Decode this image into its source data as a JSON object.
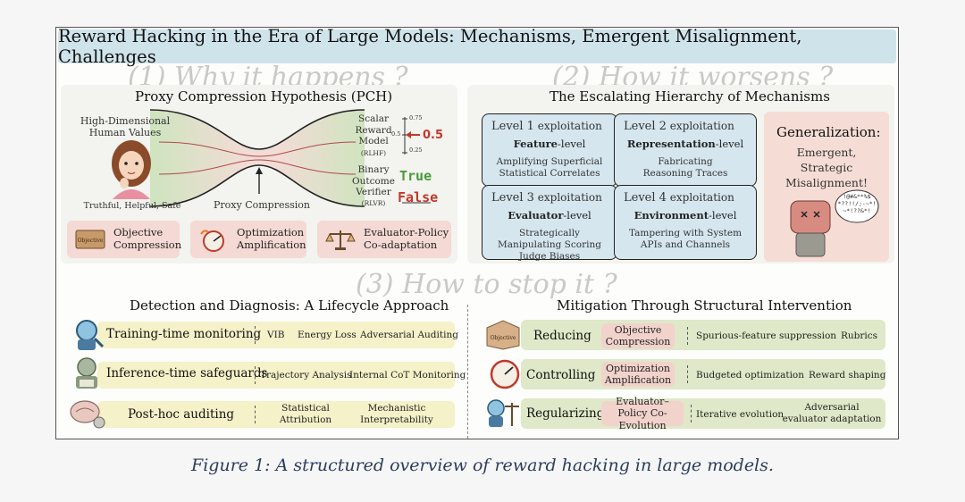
{
  "title": "Reward Hacking in the Era of Large Models: Mechanisms, Emergent Misalignment, Challenges",
  "sections": {
    "why": "(1) Why it happens ?",
    "worsens": "(2) How it worsens ?",
    "stop": "(3) How to stop it ?"
  },
  "pch": {
    "title": "Proxy Compression Hypothesis (PCH)",
    "human_values": "High-Dimensional Human Values",
    "traits": "Truthful, Helpful, Safe",
    "compression": "Proxy Compression",
    "scalar": "Scalar Reward Model",
    "rlhf": "(RLHF)",
    "binary": "Binary Outcome Verifier",
    "rlvr": "(RLVR)",
    "ticks": [
      "0.75",
      "0.5",
      "0.25"
    ],
    "score": "0.5",
    "true_label": "True",
    "false_label": "False",
    "chips": [
      {
        "label": "Objective Compression",
        "icon": "scroll-icon"
      },
      {
        "label": "Optimization Amplification",
        "icon": "speedometer-icon"
      },
      {
        "label": "Evaluator-Policy Co-adaptation",
        "icon": "scales-icon"
      }
    ],
    "scroll_text": "Objective"
  },
  "hierarchy": {
    "title": "The Escalating Hierarchy of Mechanisms",
    "levels": [
      {
        "num": "Level 1",
        "kind": "exploitation",
        "bold": "Feature",
        "suffix": "-level",
        "desc": "Amplifying Superficial Statistical Correlates"
      },
      {
        "num": "Level 2",
        "kind": "exploitation",
        "bold": "Representation",
        "suffix": "-level",
        "desc": "Fabricating Reasoning Traces"
      },
      {
        "num": "Level 3",
        "kind": "exploitation",
        "bold": "Evaluator",
        "suffix": "-level",
        "desc": "Strategically Manipulating Scoring Judge Biases"
      },
      {
        "num": "Level 4",
        "kind": "exploitation",
        "bold": "Environment",
        "suffix": "-level",
        "desc": "Tampering with System APIs and Channels"
      }
    ],
    "gen_title": "Generalization:",
    "gen_desc": "Emergent, Strategic Misalignment!",
    "speech": "!@#&**%$ *??!!/;-~*! ~*!??&*!"
  },
  "detection": {
    "title": "Detection and Diagnosis: A Lifecycle Approach",
    "rows": [
      {
        "label": "Training-time monitoring",
        "icon": "robot-magnifier-icon",
        "items": [
          "VIB",
          "Energy Loss",
          "Adversarial Auditing"
        ]
      },
      {
        "label": "Inference-time safeguards",
        "icon": "robot-reading-icon",
        "items": [
          "Trajectory Analysis",
          "Internal CoT Monitoring"
        ]
      },
      {
        "label": "Post-hoc auditing",
        "icon": "brain-gear-icon",
        "items": [
          "Statistical Attribution",
          "Mechanistic Interpretability"
        ]
      }
    ]
  },
  "mitigation": {
    "title": "Mitigation Through Structural Intervention",
    "rows": [
      {
        "label": "Reducing",
        "icon": "box-icon",
        "target": "Objective Compression",
        "items": [
          "Spurious-feature suppression",
          "Rubrics"
        ]
      },
      {
        "label": "Controlling",
        "icon": "gauge-icon",
        "target": "Optimization Amplification",
        "items": [
          "Budgeted optimization",
          "Reward shaping"
        ]
      },
      {
        "label": "Regularizing",
        "icon": "robot-scales-icon",
        "target": "Evaluator–Policy Co-Evolution",
        "items": [
          "Iterative evolution",
          "Adversarial evaluator adaptation"
        ]
      }
    ],
    "box_text": "Objective"
  },
  "caption": "Figure 1: A structured overview of reward hacking in large models."
}
